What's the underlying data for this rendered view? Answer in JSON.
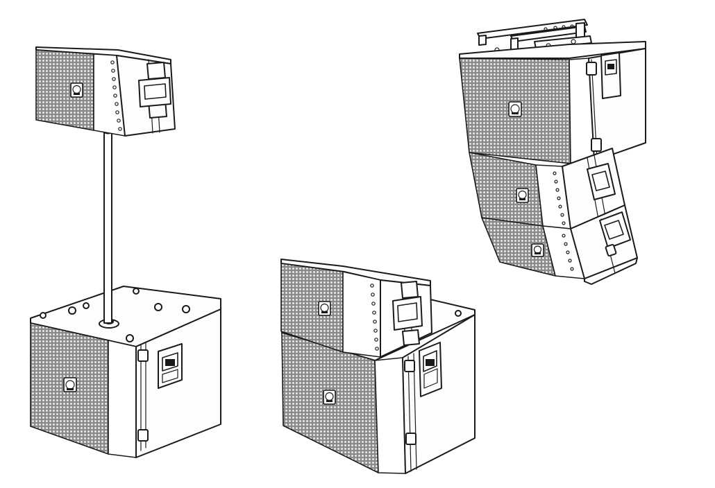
{
  "figure": {
    "background": "#ffffff",
    "line_color": "#1a1a1a",
    "configurations": [
      {
        "name": "pole-mounted-top-on-subwoofer",
        "icon": "speaker-on-pole-over-subwoofer-icon"
      },
      {
        "name": "ground-stacked-top-on-subwoofer",
        "icon": "speaker-stacked-on-subwoofer-icon"
      },
      {
        "name": "flown-line-array",
        "icon": "flown-line-array-icon"
      }
    ]
  }
}
